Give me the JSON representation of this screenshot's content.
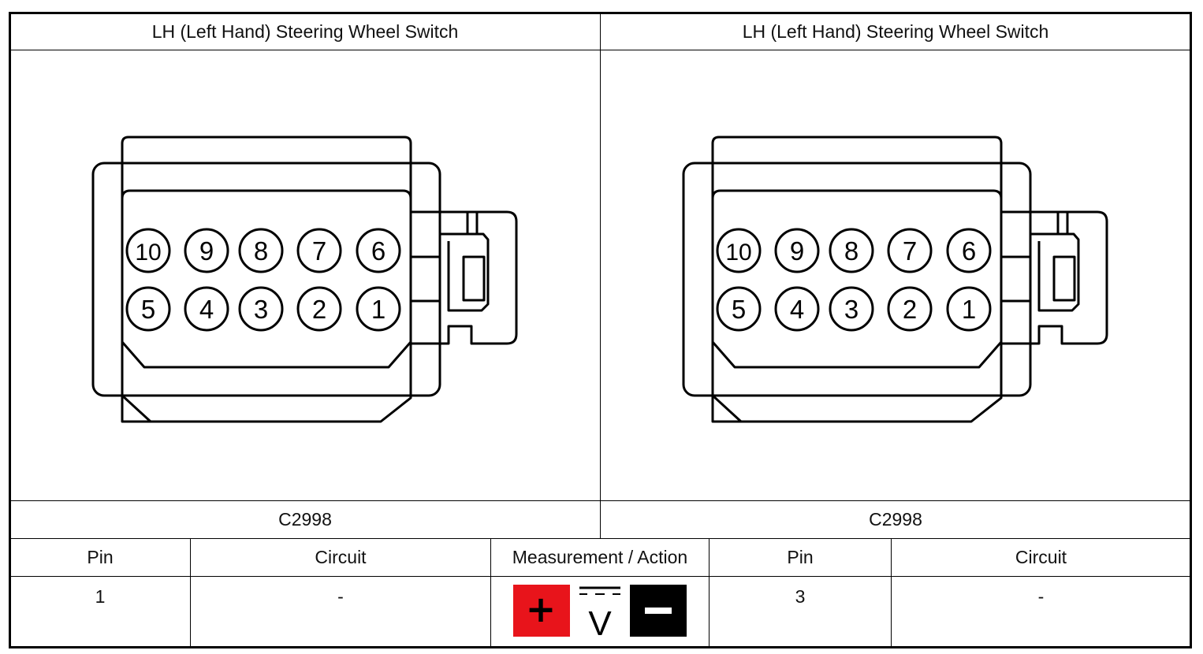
{
  "left": {
    "title": "LH (Left Hand) Steering Wheel Switch",
    "connector_id": "C2998",
    "pins_top_row": [
      "10",
      "9",
      "8",
      "7",
      "6"
    ],
    "pins_bottom_row": [
      "5",
      "4",
      "3",
      "2",
      "1"
    ]
  },
  "right": {
    "title": "LH (Left Hand) Steering Wheel Switch",
    "connector_id": "C2998",
    "pins_top_row": [
      "10",
      "9",
      "8",
      "7",
      "6"
    ],
    "pins_bottom_row": [
      "5",
      "4",
      "3",
      "2",
      "1"
    ]
  },
  "table": {
    "headers": {
      "pin_left": "Pin",
      "circuit_left": "Circuit",
      "measurement": "Measurement / Action",
      "pin_right": "Pin",
      "circuit_right": "Circuit"
    },
    "row": {
      "pin_left": "1",
      "circuit_left": "-",
      "pin_right": "3",
      "circuit_right": "-"
    }
  },
  "meter": {
    "positive_symbol": "+",
    "negative_symbol": "−",
    "voltage_symbol": "V",
    "positive_color": "#e8141b",
    "negative_color": "#000000",
    "icon": "dc-voltmeter-icon"
  }
}
